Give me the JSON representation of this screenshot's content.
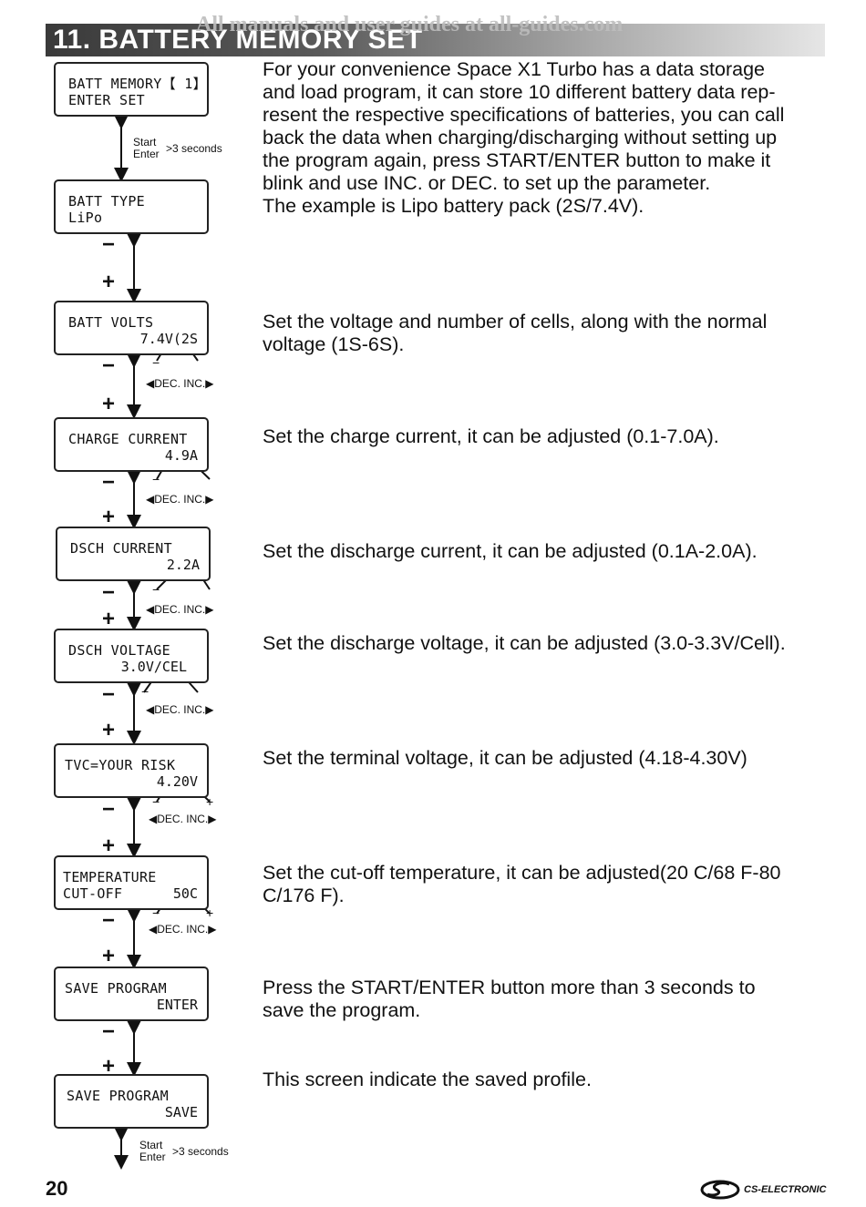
{
  "header": {
    "title": "11. BATTERY MEMORY SET",
    "watermark": "All manuals and user guides at all-guides.com"
  },
  "screens": [
    {
      "line1": "BATT MEMORY【 1】",
      "line2": "ENTER SET"
    },
    {
      "line1": "BATT TYPE",
      "line2": "LiPo"
    },
    {
      "line1": "BATT VOLTS",
      "line2": "7.4V(2S"
    },
    {
      "line1": "CHARGE CURRENT",
      "line2": "4.9A"
    },
    {
      "line1": "DSCH CURRENT",
      "line2": "2.2A"
    },
    {
      "line1": "DSCH VOLTAGE",
      "line2": "3.0V/CEL"
    },
    {
      "line1": "TVC=YOUR RISK",
      "line2": "4.20V"
    },
    {
      "line1": "TEMPERATURE",
      "line2": "CUT-OFF",
      "line2_right": "50C"
    },
    {
      "line1": "SAVE PROGRAM",
      "line2": "ENTER"
    },
    {
      "line1": "SAVE PROGRAM",
      "line2": "SAVE"
    }
  ],
  "labels": {
    "start": "Start",
    "enter": "Enter",
    "three_seconds": ">3 seconds",
    "minus": "−",
    "plus": "+",
    "dec_inc": "◀DEC. INC.▶"
  },
  "descriptions": [
    [
      "For your convenience Space X1 Turbo has a data storage",
      "and load program, it can store 10 different battery data rep-",
      "resent the respective specifications of batteries, you can call",
      "back the data when charging/discharging without setting up",
      "the program again, press START/ENTER button to make it",
      "blink and use INC. or DEC. to set up the parameter.",
      "The example is Lipo battery pack (2S/7.4V)."
    ],
    [
      "Set the voltage and number of cells, along with the normal",
      "voltage (1S-6S)."
    ],
    [
      "Set the charge current, it can be adjusted (0.1-7.0A)."
    ],
    [
      "Set the discharge current, it can be adjusted (0.1A-2.0A)."
    ],
    [
      "Set the discharge voltage, it can be adjusted (3.0-3.3V/Cell)."
    ],
    [
      "Set the terminal voltage, it can be adjusted (4.18-4.30V)"
    ],
    [
      "Set the cut-off temperature, it can be adjusted(20 C/68 F-80",
      "C/176 F)."
    ],
    [
      "Press the START/ENTER button more than 3 seconds to",
      "save the program."
    ],
    [
      "This screen indicate the saved profile."
    ]
  ],
  "footer": {
    "page_number": "20",
    "brand": "CS-ELECTRONIC"
  }
}
